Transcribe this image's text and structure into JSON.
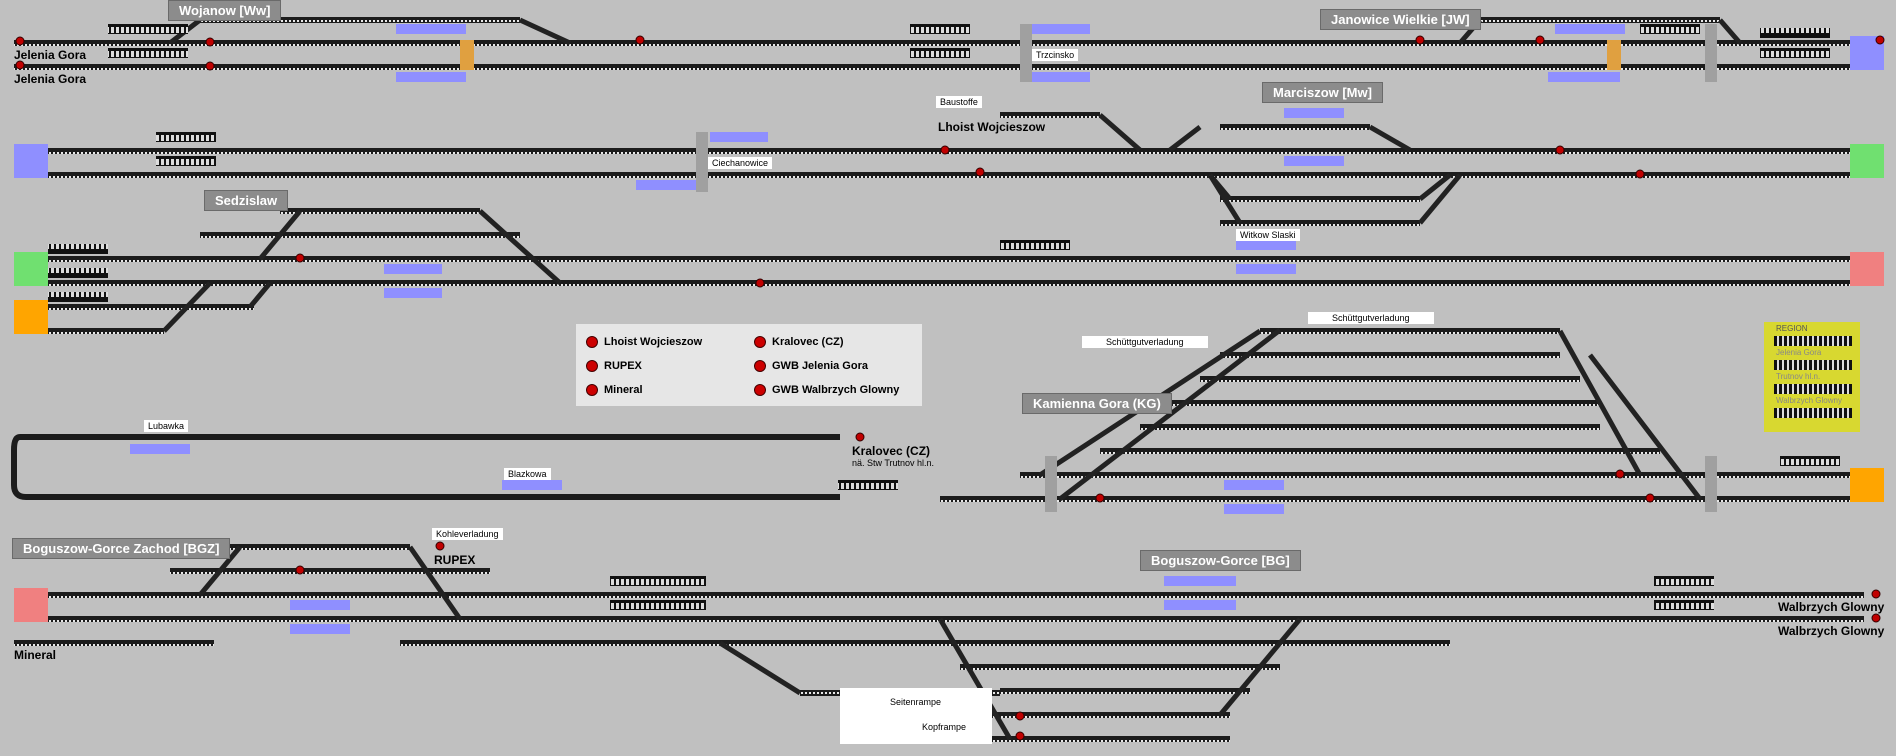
{
  "stations": {
    "wojanow": "Wojanow [Ww]",
    "janowice": "Janowice Wielkie [JW]",
    "marciszow": "Marciszow [Mw]",
    "sedzislaw": "Sedzislaw",
    "kamienna": "Kamienna Gora (KG)",
    "bgz": "Boguszow-Gorce Zachod [BGZ]",
    "bg": "Boguszow-Gorce [BG]"
  },
  "endpoints": {
    "jelenia1": "Jelenia Gora",
    "jelenia2": "Jelenia Gora",
    "walbrzych1": "Walbrzych Glowny",
    "walbrzych2": "Walbrzych Glowny",
    "mineral": "Mineral",
    "kralovec": "Kralovec (CZ)",
    "kralovec_sub": "nä. Stw Trutnov hl.n.",
    "lhoist": "Lhoist Wojcieszow",
    "baustoffe": "Baustoffe",
    "rupex": "RUPEX",
    "kohle": "Kohleverladung"
  },
  "places": {
    "trzcinsko": "Trzcinsko",
    "ciechanowice": "Ciechanowice",
    "witkow": "Witkow Slaski",
    "lubawka": "Lubawka",
    "blazkowa": "Blazkowa",
    "schutt1": "Schüttgutverladung",
    "schutt2": "Schüttgutverladung",
    "seitenrampe": "Seitenrampe",
    "kopframpe": "Kopframpe"
  },
  "legend": {
    "items": [
      "Lhoist Wojcieszow",
      "RUPEX",
      "Mineral",
      "Kralovec (CZ)",
      "GWB Jelenia Gora",
      "GWB Walbrzych Glowny"
    ]
  },
  "region": {
    "title": "REGION",
    "items": [
      "Jelenia Gora",
      "Trutnov hl.n.",
      "Walbrzych Glowny"
    ]
  },
  "colors": {
    "background": "#c0c0c0",
    "track": "#2a2a2a",
    "platform": "#8f8fff",
    "signal": "#c00000",
    "green_exit": "#70e070",
    "red_exit": "#f08080",
    "orange_exit": "#ffa500",
    "blue_exit": "#8f8fff",
    "station_bg": "#8c8c8c"
  }
}
